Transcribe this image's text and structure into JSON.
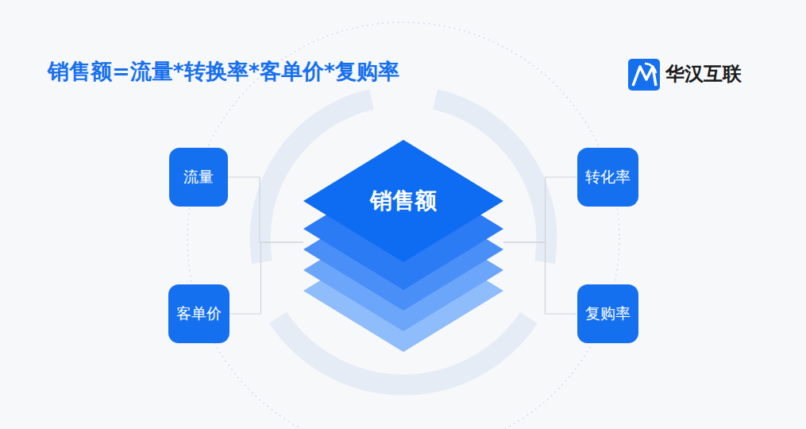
{
  "diagram": {
    "title": "销售额=流量*转换率*客单价*复购率",
    "nodes": [
      {
        "text": [
          "流量"
        ]
      },
      {
        "text": [
          "转化率"
        ]
      },
      {
        "text": [
          "销售额"
        ]
      },
      {
        "text": [
          "客单价"
        ]
      },
      {
        "text": [
          "复购率"
        ]
      }
    ],
    "edges": [
      {
        "from": 0,
        "to": 2,
        "arrow": "none"
      },
      {
        "from": 3,
        "to": 2,
        "arrow": "none"
      },
      {
        "from": 1,
        "to": 2,
        "arrow": "none"
      },
      {
        "from": 4,
        "to": 2,
        "arrow": "none"
      }
    ],
    "labels": [
      "华汉互联"
    ]
  }
}
